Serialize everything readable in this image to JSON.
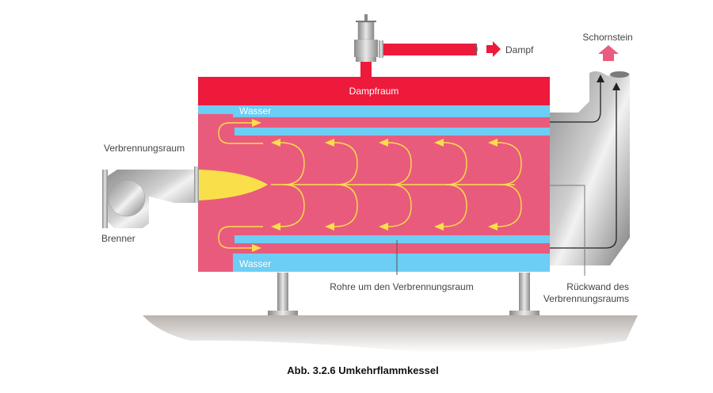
{
  "figure": {
    "caption": "Abb. 3.2.6 Umkehrflammkessel",
    "labels": {
      "steam_space": "Dampfraum",
      "water_top": "Wasser",
      "water_bottom": "Wasser",
      "steam": "Dampf",
      "chimney": "Schornstein",
      "combustion_chamber": "Verbrennungsraum",
      "burner": "Brenner",
      "tubes": "Rohre um den Verbrennungsraum",
      "rear_wall_line1": "Rückwand des",
      "rear_wall_line2": "Verbrennungsraums"
    },
    "colors": {
      "steam": "#ed1a3b",
      "water": "#6dcdf4",
      "hot_gas": "#e95b7c",
      "flame": "#f9e04b",
      "metal": "#a9a9a9",
      "chimney_arrow": "#eb5b80",
      "ground": "#c2bdb9"
    }
  }
}
